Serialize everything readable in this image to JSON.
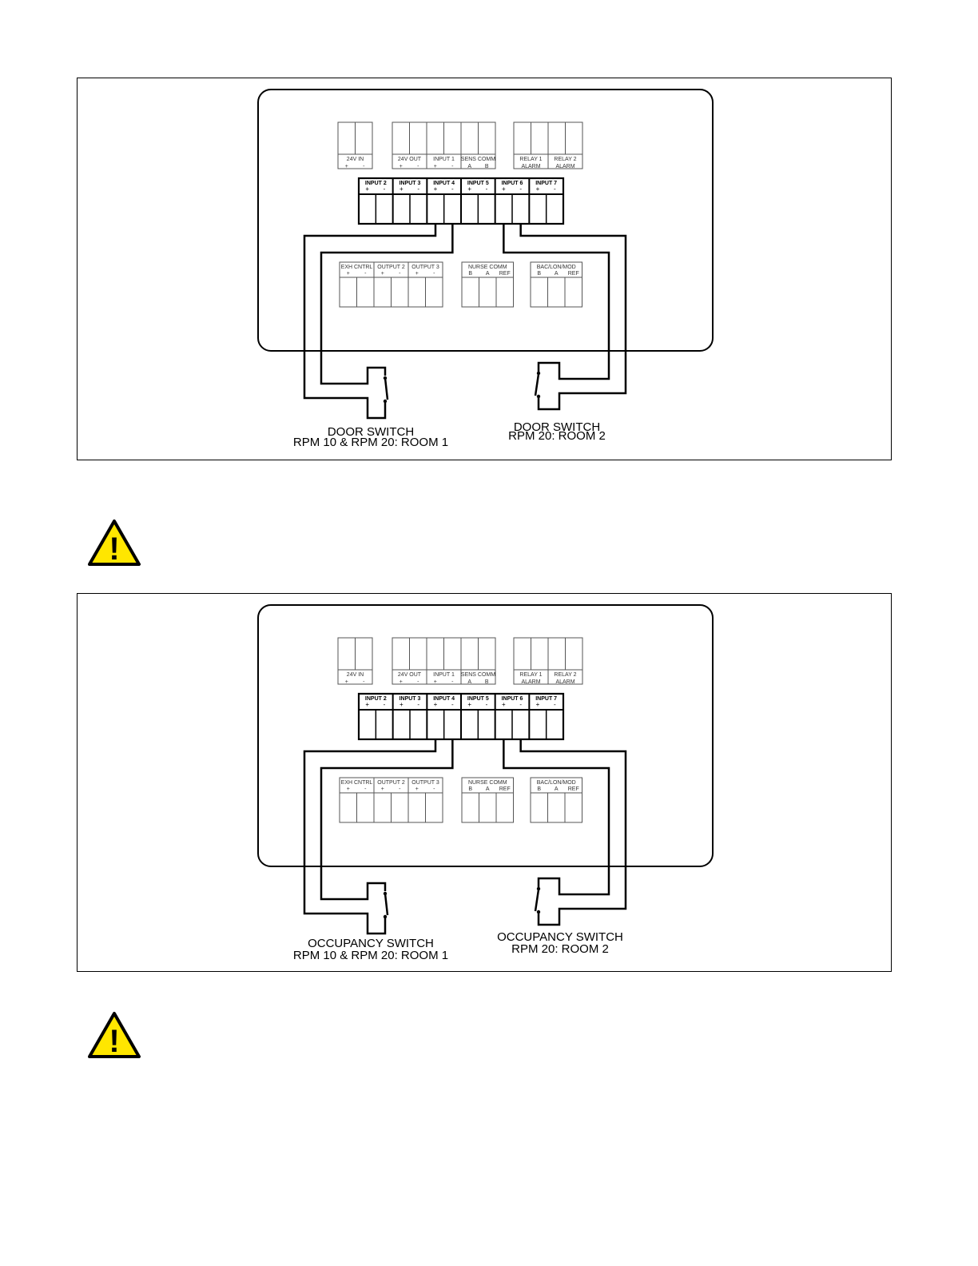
{
  "terminals": {
    "top_row": [
      {
        "label": "24V IN",
        "pins": [
          "+",
          "-"
        ]
      },
      {
        "label": "24V OUT",
        "pins": [
          "+",
          "-"
        ]
      },
      {
        "label": "INPUT 1",
        "pins": [
          "+",
          "-"
        ]
      },
      {
        "label": "SENS COMM",
        "pins": [
          "A",
          "B"
        ]
      },
      {
        "label": "RELAY 1",
        "pins": [
          "ALARM"
        ]
      },
      {
        "label": "RELAY 2",
        "pins": [
          "ALARM"
        ]
      }
    ],
    "input_row": [
      {
        "label": "INPUT 2",
        "pins": [
          "+",
          "-"
        ]
      },
      {
        "label": "INPUT 3",
        "pins": [
          "+",
          "-"
        ]
      },
      {
        "label": "INPUT 4",
        "pins": [
          "+",
          "-"
        ]
      },
      {
        "label": "INPUT 5",
        "pins": [
          "+",
          "-"
        ]
      },
      {
        "label": "INPUT 6",
        "pins": [
          "+",
          "-"
        ]
      },
      {
        "label": "INPUT 7",
        "pins": [
          "+",
          "-"
        ]
      }
    ],
    "bottom_row": [
      {
        "label": "EXH CNTRL",
        "pins": [
          "+",
          "-"
        ]
      },
      {
        "label": "OUTPUT 2",
        "pins": [
          "+",
          "-"
        ]
      },
      {
        "label": "OUTPUT 3",
        "pins": [
          "+",
          "-"
        ]
      },
      {
        "label": "NURSE COMM",
        "pins": [
          "B",
          "A",
          "REF"
        ]
      },
      {
        "label": "BAC/LON/MOD",
        "pins": [
          "B",
          "A",
          "REF"
        ]
      }
    ]
  },
  "figures": [
    {
      "switch_left": {
        "line1": "DOOR SWITCH",
        "line2": "RPM 10 & RPM 20: ROOM 1"
      },
      "switch_right": {
        "line1": "DOOR SWITCH",
        "line2": "RPM 20: ROOM 2"
      }
    },
    {
      "switch_left": {
        "line1": "OCCUPANCY SWITCH",
        "line2": "RPM 10 & RPM 20: ROOM 1"
      },
      "switch_right": {
        "line1": "OCCUPANCY SWITCH",
        "line2": "RPM 20: ROOM 2"
      }
    }
  ],
  "warning": {
    "icon": "warning-triangle-icon",
    "fill": "#FFE600",
    "stroke": "#000000",
    "mark": "!"
  }
}
